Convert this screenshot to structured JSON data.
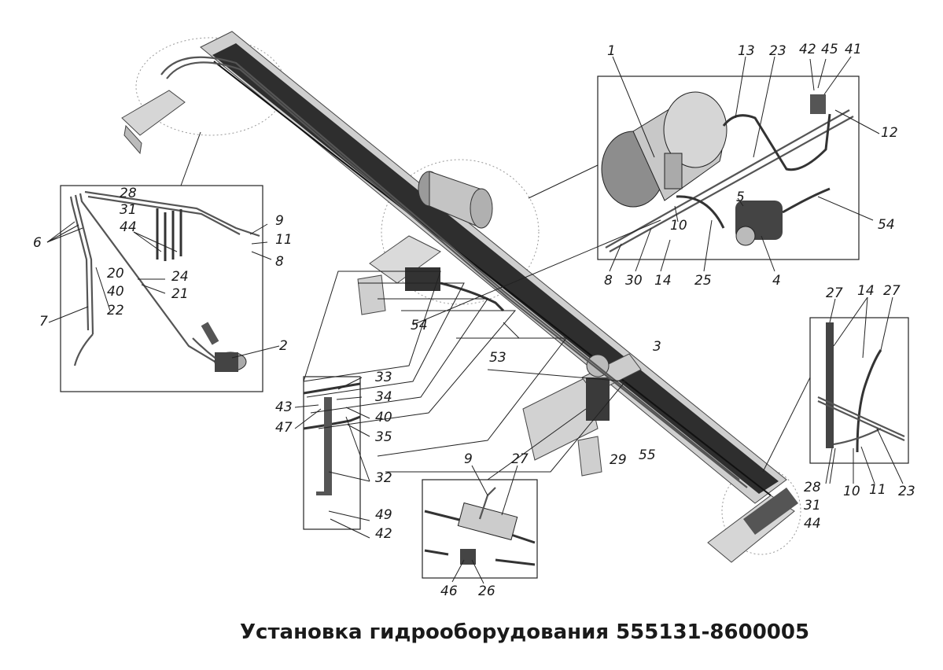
{
  "title": "Установка гидрооборудования 555131-8600005",
  "callouts": {
    "main": [
      "54",
      "53",
      "3",
      "29",
      "55"
    ],
    "upper_right": [
      "1",
      "13",
      "23",
      "42",
      "45",
      "41",
      "12",
      "5",
      "54",
      "10",
      "8",
      "30",
      "14",
      "25",
      "4"
    ],
    "left": [
      "28",
      "31",
      "44",
      "6",
      "9",
      "11",
      "8",
      "20",
      "24",
      "40",
      "21",
      "7",
      "22",
      "2"
    ],
    "center": [
      "33",
      "34",
      "43",
      "40",
      "47",
      "35",
      "32",
      "49",
      "42"
    ],
    "bottom": [
      "9",
      "27",
      "46",
      "26"
    ],
    "right": [
      "27",
      "14",
      "27",
      "28",
      "31",
      "44",
      "10",
      "11",
      "23"
    ]
  }
}
